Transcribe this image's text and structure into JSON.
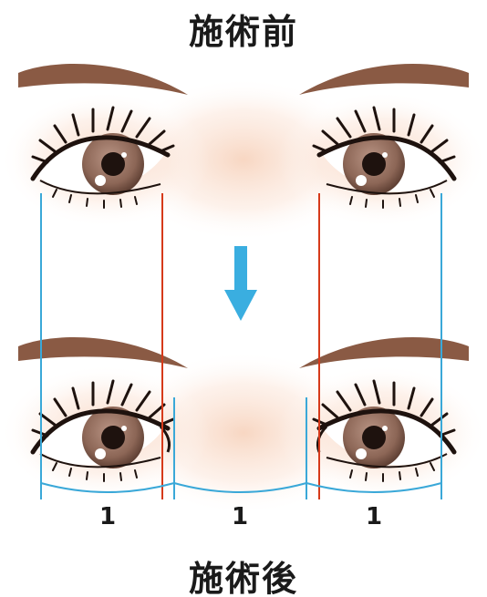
{
  "titles": {
    "before": "施術前",
    "after": "施術後"
  },
  "ratio_labels": [
    "1",
    "1",
    "1"
  ],
  "colors": {
    "guide_line": "#3aa8d8",
    "incision_line": "#d63a1a",
    "arrow": "#3aaee0",
    "brow": "#8a5a44",
    "iris": "#8f6a5a",
    "skin": "#f8d5c0"
  },
  "icons": {
    "arrow": "arrow-down-icon"
  }
}
